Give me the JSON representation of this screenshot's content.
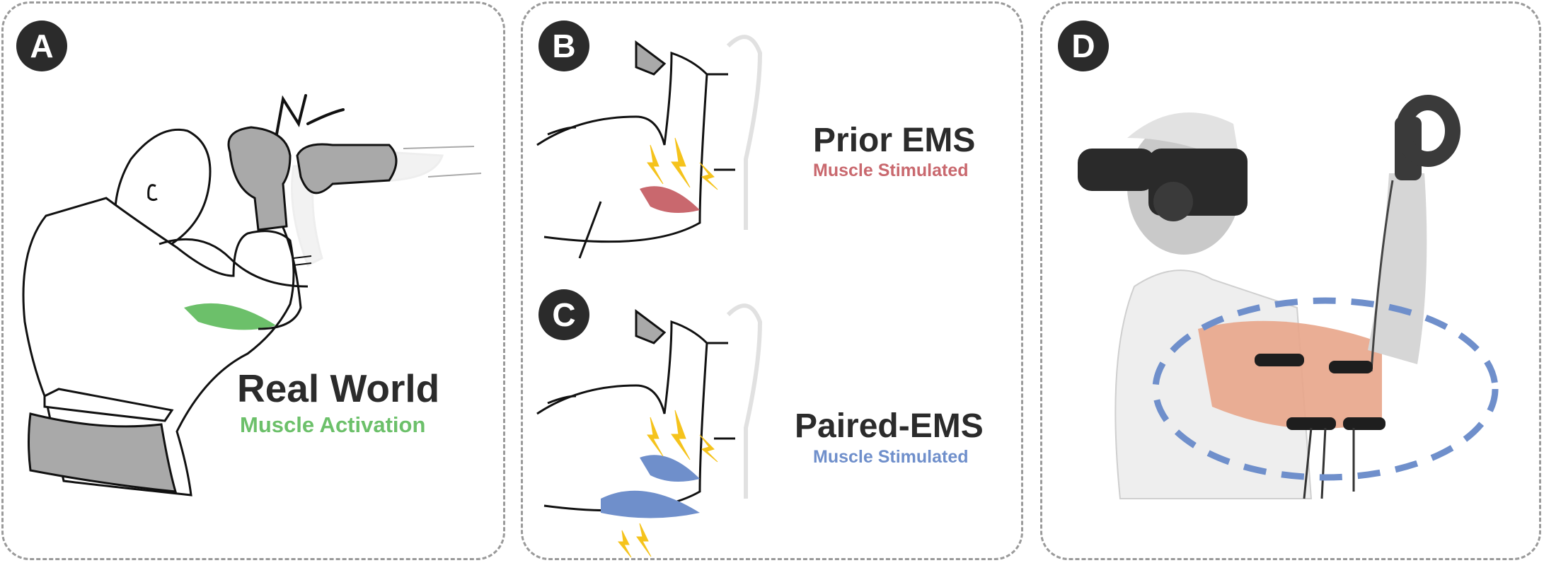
{
  "panels": {
    "a": {
      "letter": "A",
      "title": "Real World",
      "subtitle": "Muscle Activation"
    },
    "b": {
      "letter": "B",
      "title": "Prior EMS",
      "subtitle": "Muscle Stimulated"
    },
    "c": {
      "letter": "C",
      "title": "Paired-EMS",
      "subtitle": "Muscle Stimulated"
    },
    "d": {
      "letter": "D"
    }
  },
  "colors": {
    "badge": "#2b2b2b",
    "border": "#9a9a9a",
    "activation_green": "#6cc06a",
    "prior_red": "#c9686e",
    "paired_blue": "#6f8fcb",
    "bolt_yellow": "#f5c31c",
    "glove_gray": "#a9a9a9",
    "outline_dashed_blue": "#6f8fcb"
  },
  "icons": [
    "lightning-bolt-icon",
    "boxing-glove-icon",
    "vr-headset-icon",
    "vr-controller-icon",
    "electrode-pad-icon"
  ]
}
